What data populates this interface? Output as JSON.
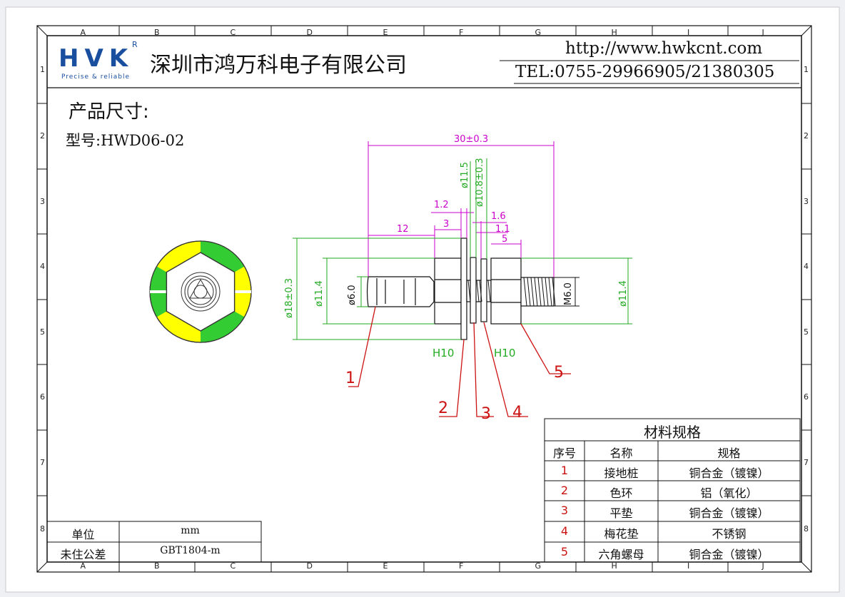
{
  "grid": {
    "columns": [
      "A",
      "B",
      "C",
      "D",
      "E",
      "F",
      "G",
      "H",
      "I",
      "J"
    ],
    "rows": [
      "1",
      "2",
      "3",
      "4",
      "5",
      "6",
      "7",
      "8"
    ]
  },
  "logo": {
    "text": "HVK",
    "tagline": "Precise & reliable",
    "registered": "R"
  },
  "company": "深圳市鸿万科电子有限公司",
  "contact": {
    "url": "http://www.hwkcnt.com",
    "tel": "TEL:0755-29966905/21380305"
  },
  "heading": "产品尺寸:",
  "model": "型号:HWD06-02",
  "dimensions": {
    "overall_length": "30±0.3",
    "washer_outer": "ø11.5",
    "washer_inner": "ø10.8±0.3",
    "ring_thickness": "1.2",
    "nut_gap": "3",
    "stud_length": "12",
    "lock_washer": "1.6",
    "flat_washer": "1.1",
    "nut_height": "5",
    "ring_dia": "ø18±0.3",
    "nut_dia_left": "ø11.4",
    "stud_dia": "ø6.0",
    "thread": "M6.0",
    "nut_dia_right": "ø11.4",
    "nut_size_left": "H10",
    "nut_size_right": "H10"
  },
  "callouts": [
    "1",
    "2",
    "3",
    "4",
    "5"
  ],
  "materials": {
    "title": "材料规格",
    "headers": [
      "序号",
      "名称",
      "规格"
    ],
    "rows": [
      [
        "1",
        "接地桩",
        "铜合金（镀镍）"
      ],
      [
        "2",
        "色环",
        "铝（氧化）"
      ],
      [
        "3",
        "平垫",
        "铜合金（镀镍）"
      ],
      [
        "4",
        "梅花垫",
        "不锈钢"
      ],
      [
        "5",
        "六角螺母",
        "铜合金（镀镍）"
      ]
    ]
  },
  "units": {
    "unit_label": "单位",
    "unit_value": "mm",
    "tolerance_label": "未住公差",
    "tolerance_value": "GBT1804-m"
  },
  "colors": {
    "dimension": "#cc00cc",
    "diameter": "#22aa22",
    "callout": "#cc1111",
    "ring_yellow": "#ffff00",
    "ring_green": "#33cc33",
    "logo": "#1a4fa0"
  }
}
